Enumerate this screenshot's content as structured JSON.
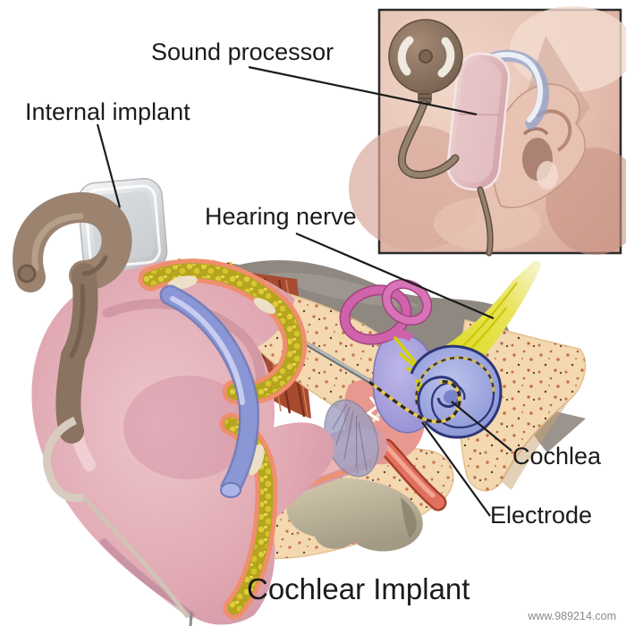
{
  "diagram": {
    "title": "Cochlear Implant",
    "watermark": "www.989214.com",
    "labels": {
      "sound_processor": "Sound processor",
      "internal_implant": "Internal implant",
      "hearing_nerve": "Hearing nerve",
      "cochlea": "Cochlea",
      "electrode": "Electrode"
    },
    "parts": [
      "external sound processor worn behind the ear (inset)",
      "transmitter coil on scalp (inset)",
      "internal implant under the skin",
      "electrode array threaded into the cochlea",
      "hearing (auditory) nerve",
      "cochlea spiral of the inner ear"
    ],
    "colors": {
      "label_text": "#1b1b1b",
      "watermark_gray": "#8a8a8a",
      "leader_line": "#1b1b1b",
      "nerve_yellow": "#e0dc00",
      "cochlea_periwinkle": "#8c96d8",
      "cochlea_outline_navy": "#2c3677",
      "semicircular_canal_magenta": "#cf63ab",
      "vestibule_lavender": "#a49ede",
      "bone_peach": "#f3d8b0",
      "skull_gray": "#8e8881",
      "jaw_tan": "#cfc5a4",
      "skin_pink": "#e2abb4",
      "cut_rim_salmon": "#ef8f6e",
      "cartilage_yellow": "#c9b625",
      "muscle_red": "#a84a30",
      "implant_silver": "#d9dbde",
      "coil_brown": "#8a7361",
      "processor_pink": "#e2bcC0",
      "electrode_gold": "#e8c84a"
    }
  }
}
